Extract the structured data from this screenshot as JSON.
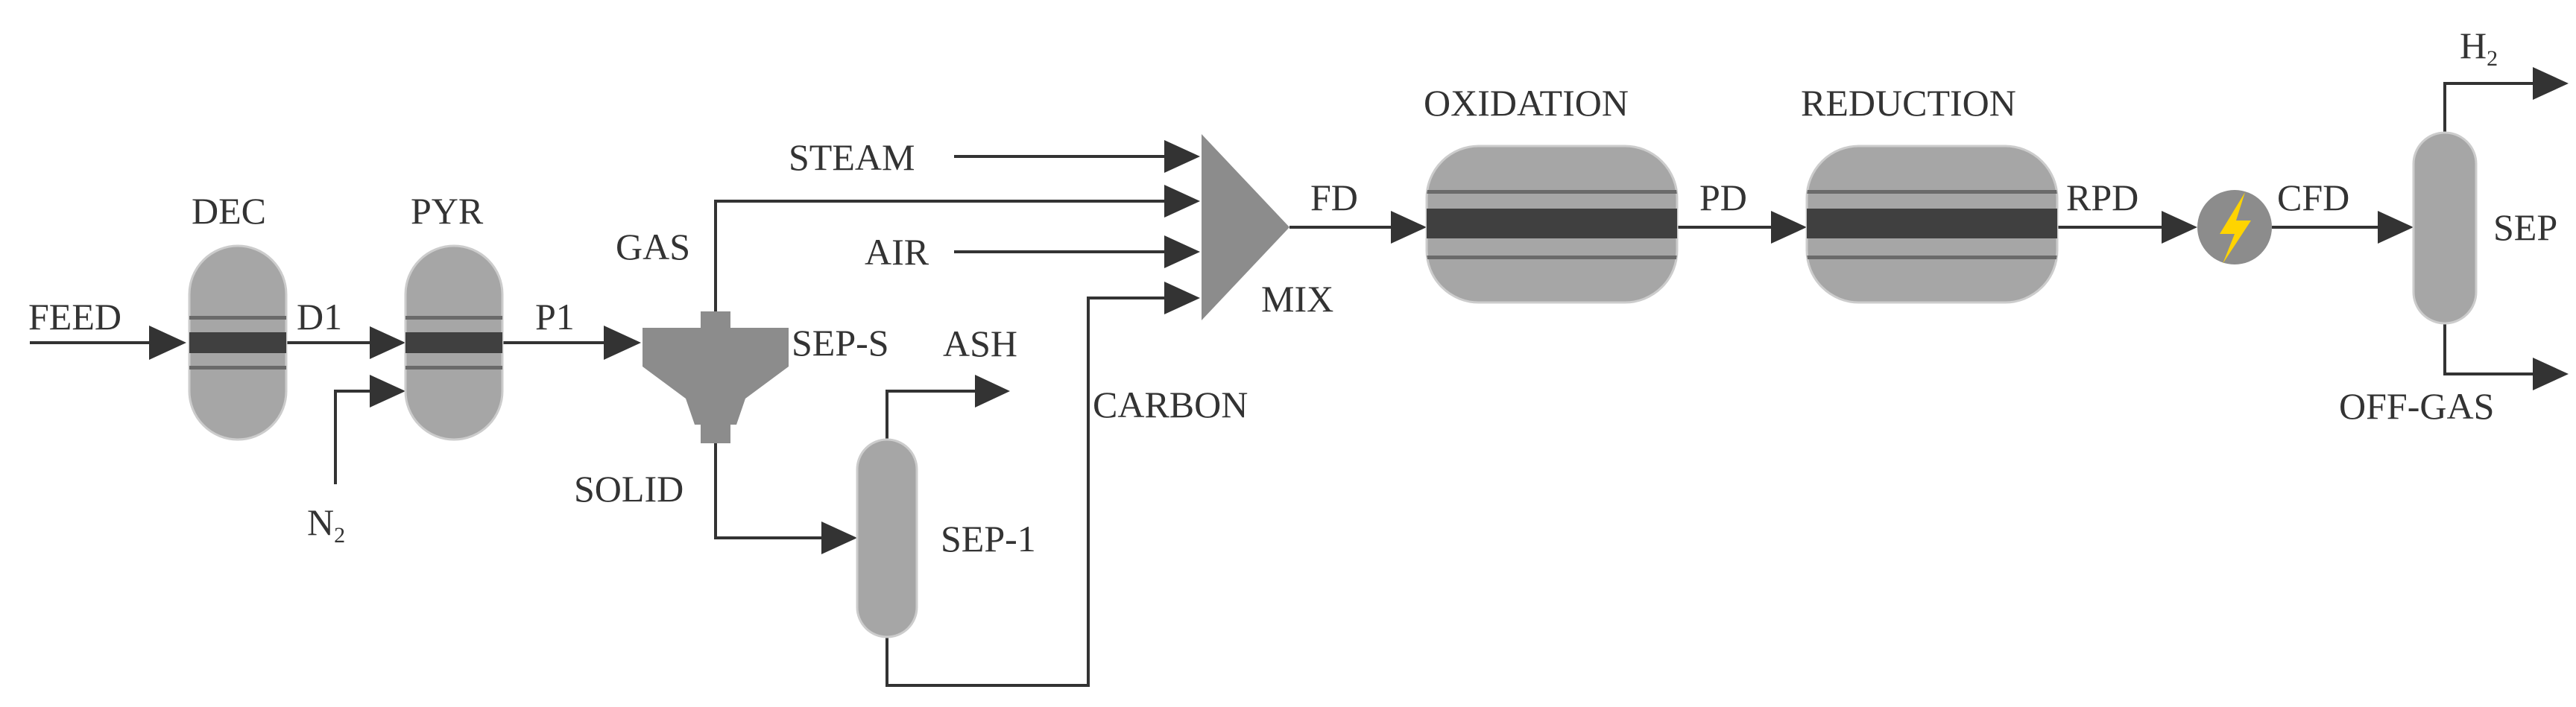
{
  "units": {
    "dec": "DEC",
    "pyr": "PYR",
    "sep_s": "SEP-S",
    "sep_1": "SEP-1",
    "mix": "MIX",
    "oxidation": "OXIDATION",
    "reduction": "REDUCTION",
    "sep": "SEP"
  },
  "streams": {
    "feed": "FEED",
    "d1": "D1",
    "n2_main": "N",
    "n2_sub": "2",
    "p1": "P1",
    "gas": "GAS",
    "solid": "SOLID",
    "ash": "ASH",
    "carbon": "CARBON",
    "steam": "STEAM",
    "air": "AIR",
    "fd": "FD",
    "pd": "PD",
    "rpd": "RPD",
    "cfd": "CFD",
    "h2_main": "H",
    "h2_sub": "2",
    "off_gas": "OFF-GAS"
  },
  "colors": {
    "vessel_fill": "#a6a6a6",
    "vessel_band": "#404040",
    "stream_line": "#333333",
    "heater_bolt": "#ffd400"
  },
  "icons": {
    "heater": "lightning-bolt-icon"
  }
}
